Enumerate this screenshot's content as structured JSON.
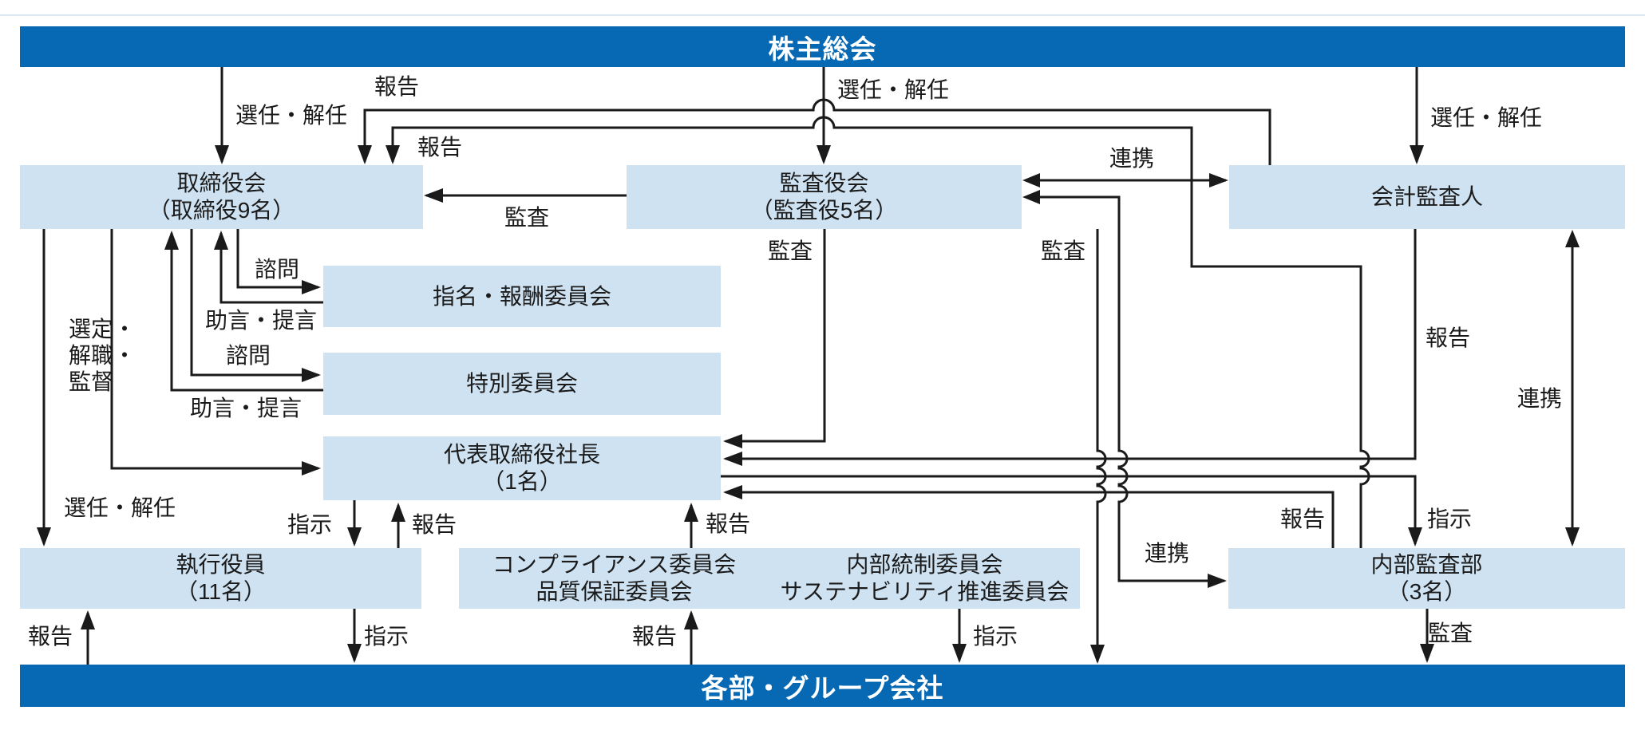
{
  "colors": {
    "bar_blue": "#0769b3",
    "box_blue": "#cee2f2",
    "hairline": "#dce8f4",
    "line": "#1a1a1a"
  },
  "nodes": {
    "shareholders": {
      "title": "株主総会"
    },
    "board": {
      "line1": "取締役会",
      "line2": "（取締役9名）"
    },
    "audit_board": {
      "line1": "監査役会",
      "line2": "（監査役5名）"
    },
    "accounting_auditor": {
      "title": "会計監査人"
    },
    "nomination_committee": {
      "title": "指名・報酬委員会"
    },
    "special_committee": {
      "title": "特別委員会"
    },
    "president": {
      "line1": "代表取締役社長",
      "line2": "（1名）"
    },
    "executive_officers": {
      "line1": "執行役員",
      "line2": "（11名）"
    },
    "committees_left": {
      "line1": "コンプライアンス委員会",
      "line2": "品質保証委員会"
    },
    "committees_right": {
      "line1": "内部統制委員会",
      "line2": "サステナビリティ推進委員会"
    },
    "internal_audit": {
      "line1": "内部監査部",
      "line2": "（3名）"
    },
    "groups": {
      "title": "各部・グループ会社"
    }
  },
  "edge_labels": {
    "appoint_board": "選任・解任",
    "appoint_audit_board": "選任・解任",
    "appoint_auditor": "選任・解任",
    "report_auditor_to_board": "報告",
    "report_internal_to_board": "報告",
    "audit_of_board": "監査",
    "cooperate_auditboard_auditor": "連携",
    "audit_of_president": "監査",
    "audit_of_groups": "監査",
    "report_auditor_to_president": "報告",
    "cooperate_auditor_internal": "連携",
    "select_dismiss_supervise": "選定・\n解職・\n監督",
    "appoint_executives": "選任・解任",
    "consult_nomination": "諮問",
    "advice_nomination": "助言・提言",
    "consult_special": "諮問",
    "advice_special": "助言・提言",
    "instruct_executives": "指示",
    "report_executives_to_president": "報告",
    "report_committees_to_president": "報告",
    "report_internal_to_president": "報告",
    "instruct_internal": "指示",
    "cooperate_auditboard_internal": "連携",
    "report_groups_to_executives": "報告",
    "instruct_executives_to_groups": "指示",
    "report_groups_to_committees": "報告",
    "instruct_committees_to_groups": "指示",
    "audit_internal_to_groups": "監査"
  }
}
